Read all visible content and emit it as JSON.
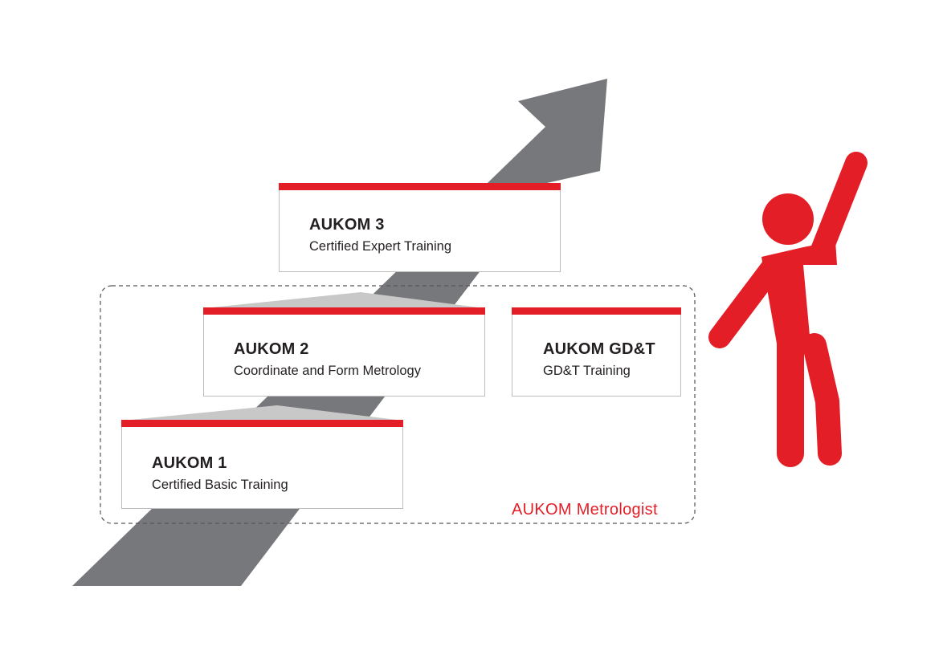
{
  "colors": {
    "accent_red": "#e41e26",
    "arrow_gray": "#77787b",
    "step_gray": "#c8c8c8",
    "box_border": "#bdbdbd",
    "text_dark": "#231f20",
    "dashed_border": "#555555"
  },
  "levels": [
    {
      "title": "AUKOM 3",
      "subtitle": "Certified Expert Training"
    },
    {
      "title": "AUKOM 2",
      "subtitle": "Coordinate and Form Metrology"
    },
    {
      "title": "AUKOM GD&T",
      "subtitle": "GD&T Training"
    },
    {
      "title": "AUKOM 1",
      "subtitle": "Certified Basic Training"
    }
  ],
  "group_label": "AUKOM Metrologist",
  "icons": {
    "arrow": "progress-arrow-icon",
    "person": "cheering-person-icon"
  }
}
